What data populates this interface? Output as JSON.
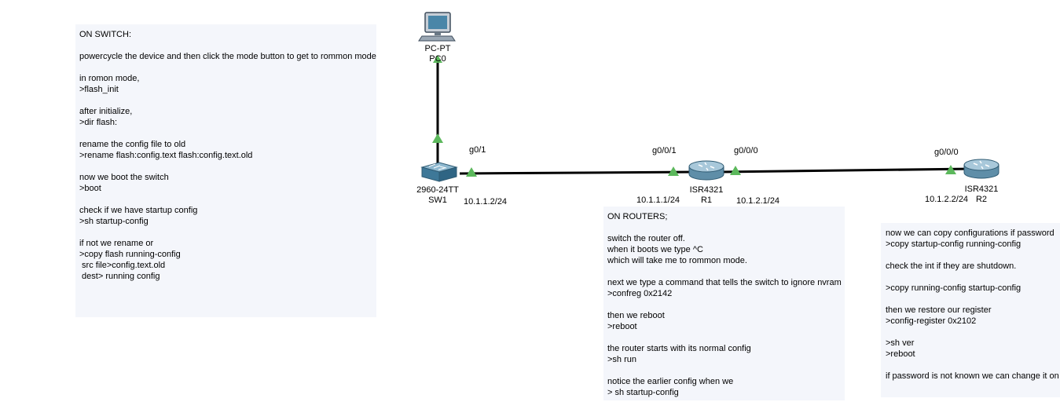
{
  "notes": {
    "switch": [
      "ON SWITCH:",
      "",
      "powercycle the device and then click the mode button to get to rommon mode.",
      "",
      "in romon mode,",
      ">flash_init",
      "",
      "after initialize,",
      ">dir flash:",
      "",
      "rename the config file to old",
      ">rename flash:config.text flash:config.text.old",
      "",
      "now we boot the switch",
      ">boot",
      "",
      "check if we have startup config",
      ">sh startup-config",
      "",
      "if not we rename or",
      ">copy flash running-config",
      " src file>config.text.old",
      " dest> running config"
    ],
    "routers": [
      "ON ROUTERS;",
      "",
      "switch the router off.",
      "when it boots we type ^C",
      "which will take me to rommon mode.",
      "",
      "next we type a command that tells the switch to ignore nvram",
      ">confreg 0x2142",
      "",
      "then we reboot",
      ">reboot",
      "",
      "the router starts with its normal config",
      ">sh run",
      "",
      "notice the earlier config when we",
      "> sh startup-config"
    ],
    "right": [
      "now we can copy configurations if password",
      ">copy startup-config running-config",
      "",
      "check the int if they are shutdown.",
      "",
      ">copy running-config startup-config",
      "",
      "then we restore our register",
      ">config-register 0x2102",
      "",
      ">sh ver",
      ">reboot",
      "",
      "if password is not known we can change it on"
    ]
  },
  "devices": {
    "pc0": {
      "model": "PC-PT",
      "name": "PC0",
      "icon": "pc-icon"
    },
    "sw1": {
      "model": "2960-24TT",
      "name": "SW1",
      "icon": "switch-icon"
    },
    "r1": {
      "model": "ISR4321",
      "name": "R1",
      "icon": "router-icon"
    },
    "r2": {
      "model": "ISR4321",
      "name": "R2",
      "icon": "router-icon"
    }
  },
  "interfaces": {
    "sw1_g0_1": "g0/1",
    "r1_g0_0_1": "g0/0/1",
    "r1_g0_0_0": "g0/0/0",
    "r2_g0_0_0": "g0/0/0"
  },
  "addresses": {
    "sw1": "10.1.1.2/24",
    "r1_left": "10.1.1.1/24",
    "r1_right": "10.1.2.1/24",
    "r2": "10.1.2.2/24"
  },
  "colors": {
    "link": "#000000",
    "link_up": "#5cb85c",
    "note_bg": "#f4f6fb",
    "router_body": "#7fa9c0"
  }
}
